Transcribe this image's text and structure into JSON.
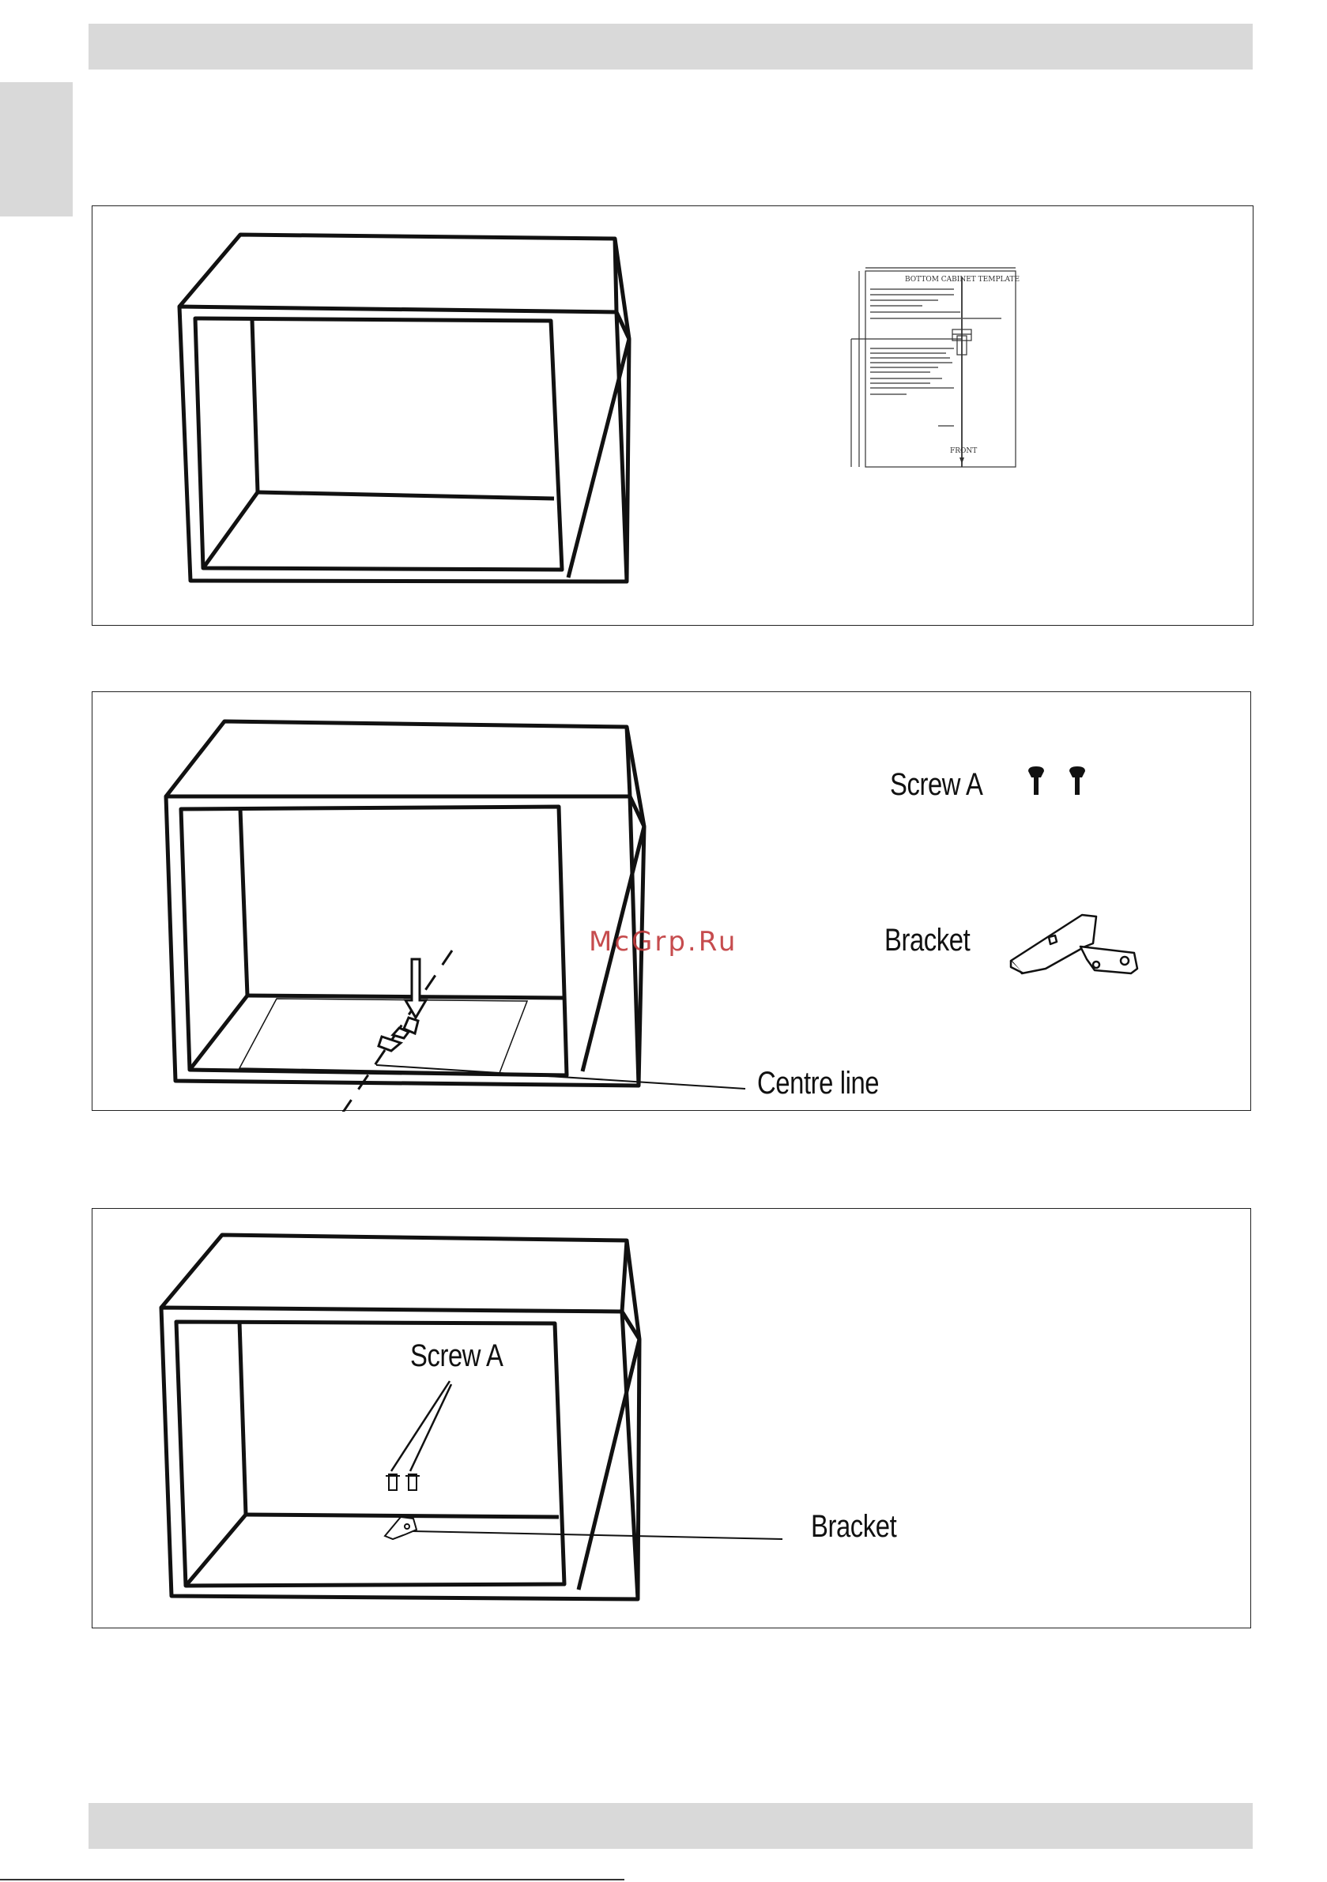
{
  "panel1": {
    "template": {
      "title": "BOTTOM CABINET TEMPLATE",
      "front_label": "FRONT"
    }
  },
  "panel2": {
    "screw_label": "Screw A",
    "bracket_label": "Bracket",
    "centre_line_label": "Centre line"
  },
  "panel3": {
    "screw_label": "Screw A",
    "bracket_label": "Bracket"
  },
  "watermark": "McGrp.Ru",
  "colors": {
    "header_bar": "#d9d9d9",
    "watermark": "#c0393b"
  }
}
